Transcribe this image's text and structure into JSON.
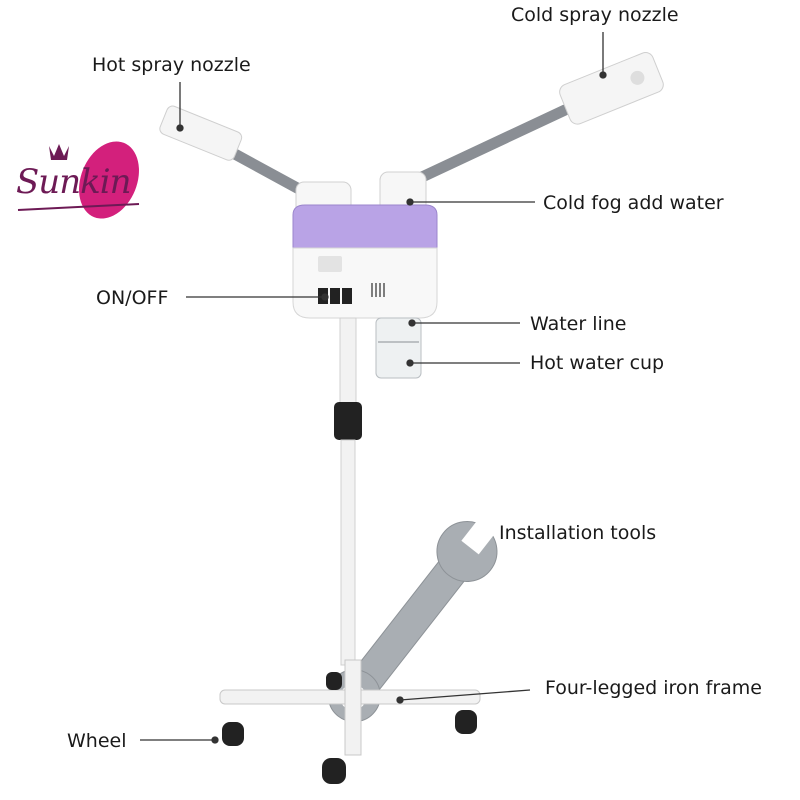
{
  "brand": {
    "logo_text": "Sunkin"
  },
  "labels": {
    "cold_spray_nozzle": "Cold spray nozzle",
    "hot_spray_nozzle": "Hot spray nozzle",
    "cold_fog_add_water": "Cold fog add water",
    "on_off": "ON/OFF",
    "water_line": "Water line",
    "hot_water_cup": "Hot water cup",
    "installation_tools": "Installation tools",
    "four_legged_iron_frame": "Four-legged iron frame",
    "wheel": "Wheel"
  },
  "colors": {
    "tank_purple": "#b9a3e6",
    "logo_magenta": "#d3207c",
    "logo_dark": "#6d1a55",
    "chrome": "#8a8e94",
    "steel_tool": "#a9aeb3",
    "black_part": "#222222"
  }
}
